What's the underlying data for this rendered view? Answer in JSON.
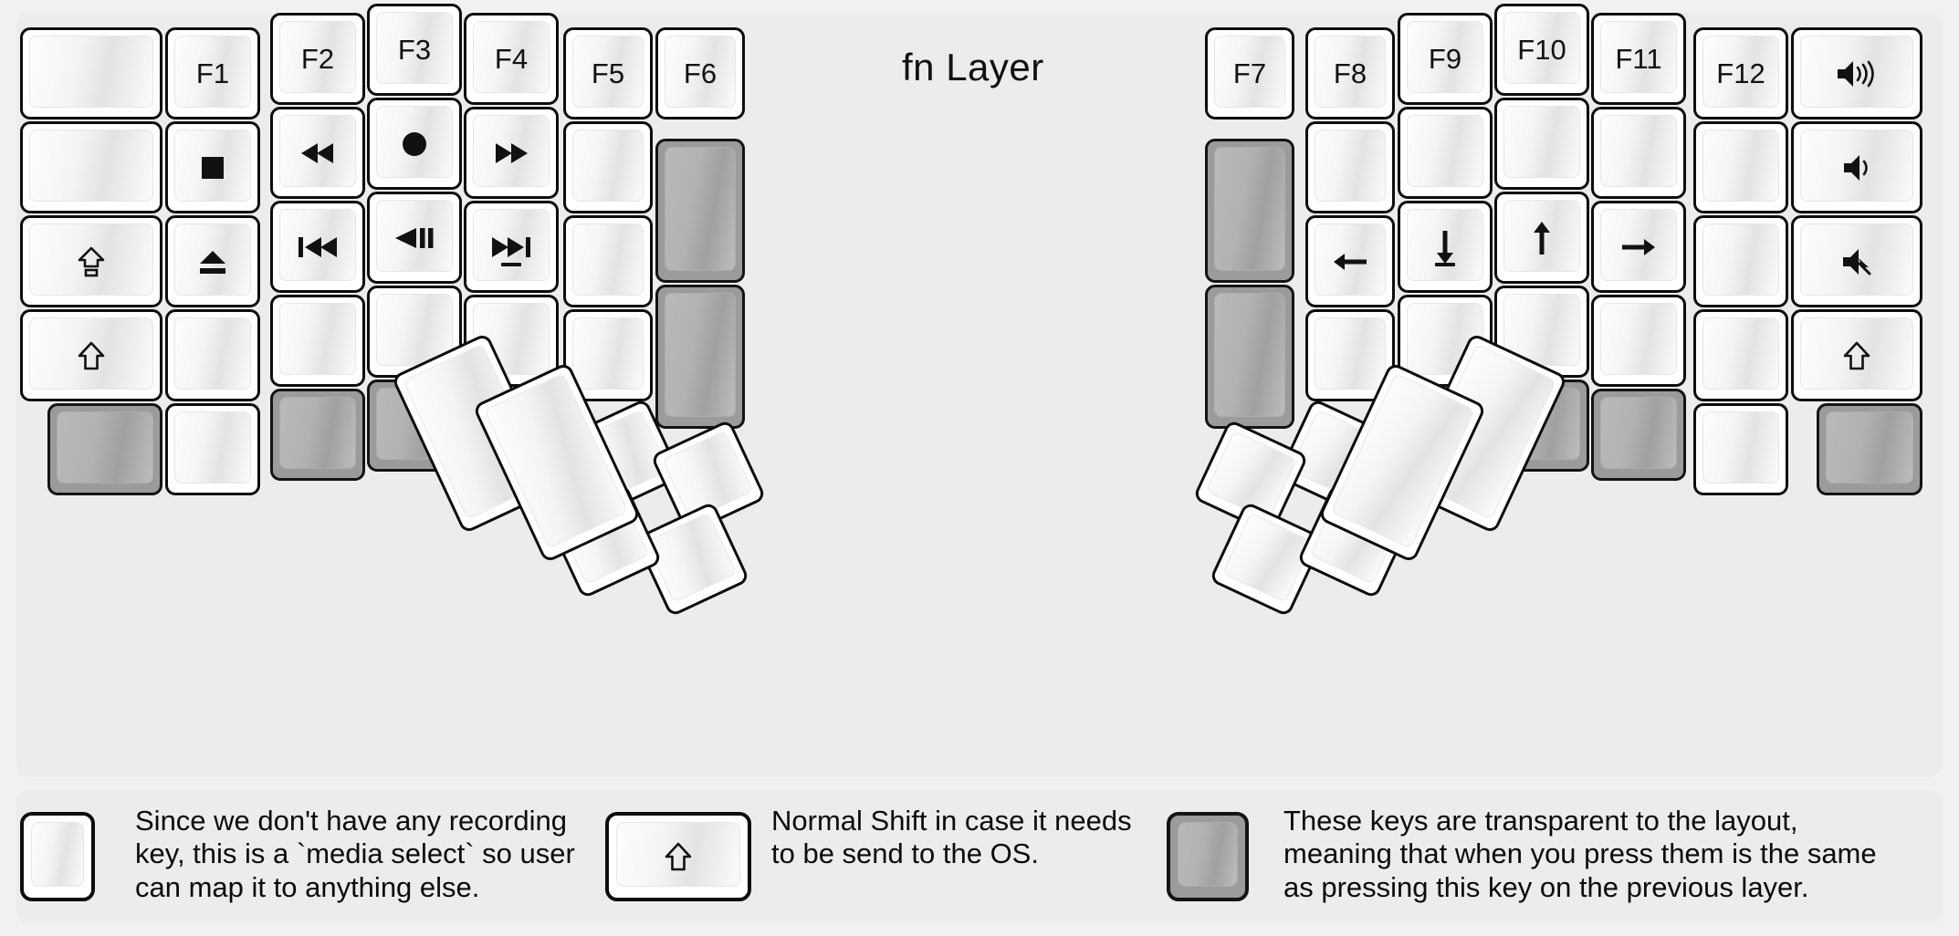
{
  "title": "fn Layer",
  "colors": {
    "background": "#f1f1f1",
    "panel": "#ececec",
    "key_face": "#ffffff",
    "key_outline": "#0d0d0d",
    "transparent_key": "#9b9b9b",
    "text": "#111111"
  },
  "legend": [
    {
      "key_icon": "record-dot-icon",
      "key_type": "normal",
      "text": "Since we don't have any recording\nkey, this is a `media select` so user\ncan map it to anything else."
    },
    {
      "key_icon": "shift-arrow-icon",
      "key_type": "normal",
      "text": "Normal Shift in case it needs\nto be send to the OS."
    },
    {
      "key_icon": "blank-icon",
      "key_type": "transparent",
      "text": "These keys are transparent to the layout,\nmeaning that when you press them is the same\nas pressing this key on the previous layer."
    }
  ],
  "left_half": {
    "columns": [
      {
        "name": "col-1",
        "keys": [
          {
            "label": "",
            "icon": "blank-icon",
            "type": "normal"
          },
          {
            "label": "",
            "icon": "blank-icon",
            "type": "normal"
          },
          {
            "label": "",
            "icon": "caps-lock-icon",
            "type": "normal"
          },
          {
            "label": "",
            "icon": "shift-arrow-icon",
            "type": "normal"
          },
          {
            "label": "",
            "icon": "blank-icon",
            "type": "transparent"
          }
        ]
      },
      {
        "name": "col-2",
        "keys": [
          {
            "label": "F1",
            "icon": "",
            "type": "normal"
          },
          {
            "label": "",
            "icon": "media-stop-icon",
            "type": "normal"
          },
          {
            "label": "",
            "icon": "media-eject-icon",
            "type": "normal"
          },
          {
            "label": "",
            "icon": "blank-icon",
            "type": "normal"
          },
          {
            "label": "",
            "icon": "blank-icon",
            "type": "normal"
          }
        ]
      },
      {
        "name": "col-3",
        "keys": [
          {
            "label": "F2",
            "icon": "",
            "type": "normal"
          },
          {
            "label": "",
            "icon": "media-rewind-icon",
            "type": "normal"
          },
          {
            "label": "",
            "icon": "media-previous-track-icon",
            "type": "normal"
          },
          {
            "label": "",
            "icon": "blank-icon",
            "type": "normal"
          },
          {
            "label": "",
            "icon": "blank-icon",
            "type": "transparent"
          }
        ]
      },
      {
        "name": "col-4",
        "keys": [
          {
            "label": "F3",
            "icon": "",
            "type": "normal"
          },
          {
            "label": "",
            "icon": "media-record-icon",
            "type": "normal"
          },
          {
            "label": "",
            "icon": "media-play-pause-icon",
            "type": "normal"
          },
          {
            "label": "",
            "icon": "blank-icon",
            "type": "normal"
          },
          {
            "label": "",
            "icon": "blank-icon",
            "type": "transparent"
          }
        ]
      },
      {
        "name": "col-5",
        "keys": [
          {
            "label": "F4",
            "icon": "",
            "type": "normal"
          },
          {
            "label": "",
            "icon": "media-fast-forward-icon",
            "type": "normal"
          },
          {
            "label": "",
            "icon": "media-next-track-icon",
            "type": "normal"
          },
          {
            "label": "",
            "icon": "blank-icon",
            "type": "normal"
          },
          {
            "label": "",
            "icon": "blank-icon",
            "type": "transparent"
          }
        ]
      },
      {
        "name": "col-6",
        "keys": [
          {
            "label": "F5",
            "icon": "",
            "type": "normal"
          },
          {
            "label": "",
            "icon": "blank-icon",
            "type": "normal"
          },
          {
            "label": "",
            "icon": "blank-icon",
            "type": "normal"
          },
          {
            "label": "",
            "icon": "blank-icon",
            "type": "normal"
          }
        ]
      },
      {
        "name": "col-7",
        "keys": [
          {
            "label": "F6",
            "icon": "",
            "type": "normal"
          },
          {
            "label": "",
            "icon": "blank-icon",
            "type": "transparent"
          },
          {
            "label": "",
            "icon": "blank-icon",
            "type": "transparent"
          }
        ]
      }
    ],
    "thumb_cluster_keys": 5
  },
  "right_half": {
    "columns": [
      {
        "name": "col-1",
        "keys": [
          {
            "label": "F7",
            "icon": "",
            "type": "normal"
          },
          {
            "label": "",
            "icon": "blank-icon",
            "type": "transparent"
          },
          {
            "label": "",
            "icon": "blank-icon",
            "type": "transparent"
          }
        ]
      },
      {
        "name": "col-2",
        "keys": [
          {
            "label": "F8",
            "icon": "",
            "type": "normal"
          },
          {
            "label": "",
            "icon": "blank-icon",
            "type": "normal"
          },
          {
            "label": "",
            "icon": "arrow-left-icon",
            "type": "normal"
          },
          {
            "label": "",
            "icon": "blank-icon",
            "type": "normal"
          }
        ]
      },
      {
        "name": "col-3",
        "keys": [
          {
            "label": "F9",
            "icon": "",
            "type": "normal"
          },
          {
            "label": "",
            "icon": "blank-icon",
            "type": "normal"
          },
          {
            "label": "",
            "icon": "arrow-down-icon",
            "type": "normal"
          },
          {
            "label": "",
            "icon": "blank-icon",
            "type": "normal"
          },
          {
            "label": "",
            "icon": "blank-icon",
            "type": "transparent"
          }
        ]
      },
      {
        "name": "col-4",
        "keys": [
          {
            "label": "F10",
            "icon": "",
            "type": "normal"
          },
          {
            "label": "",
            "icon": "blank-icon",
            "type": "normal"
          },
          {
            "label": "",
            "icon": "arrow-up-icon",
            "type": "normal"
          },
          {
            "label": "",
            "icon": "blank-icon",
            "type": "normal"
          },
          {
            "label": "",
            "icon": "blank-icon",
            "type": "transparent"
          }
        ]
      },
      {
        "name": "col-5",
        "keys": [
          {
            "label": "F11",
            "icon": "",
            "type": "normal"
          },
          {
            "label": "",
            "icon": "blank-icon",
            "type": "normal"
          },
          {
            "label": "",
            "icon": "arrow-right-icon",
            "type": "normal"
          },
          {
            "label": "",
            "icon": "blank-icon",
            "type": "normal"
          },
          {
            "label": "",
            "icon": "blank-icon",
            "type": "transparent"
          }
        ]
      },
      {
        "name": "col-6",
        "keys": [
          {
            "label": "F12",
            "icon": "",
            "type": "normal"
          },
          {
            "label": "",
            "icon": "blank-icon",
            "type": "normal"
          },
          {
            "label": "",
            "icon": "blank-icon",
            "type": "normal"
          },
          {
            "label": "",
            "icon": "blank-icon",
            "type": "normal"
          },
          {
            "label": "",
            "icon": "blank-icon",
            "type": "normal"
          }
        ]
      },
      {
        "name": "col-7",
        "keys": [
          {
            "label": "",
            "icon": "volume-up-icon",
            "type": "normal"
          },
          {
            "label": "",
            "icon": "volume-down-icon",
            "type": "normal"
          },
          {
            "label": "",
            "icon": "volume-mute-icon",
            "type": "normal"
          },
          {
            "label": "",
            "icon": "shift-arrow-icon",
            "type": "normal"
          },
          {
            "label": "",
            "icon": "blank-icon",
            "type": "transparent"
          }
        ]
      }
    ],
    "thumb_cluster_keys": 5
  }
}
